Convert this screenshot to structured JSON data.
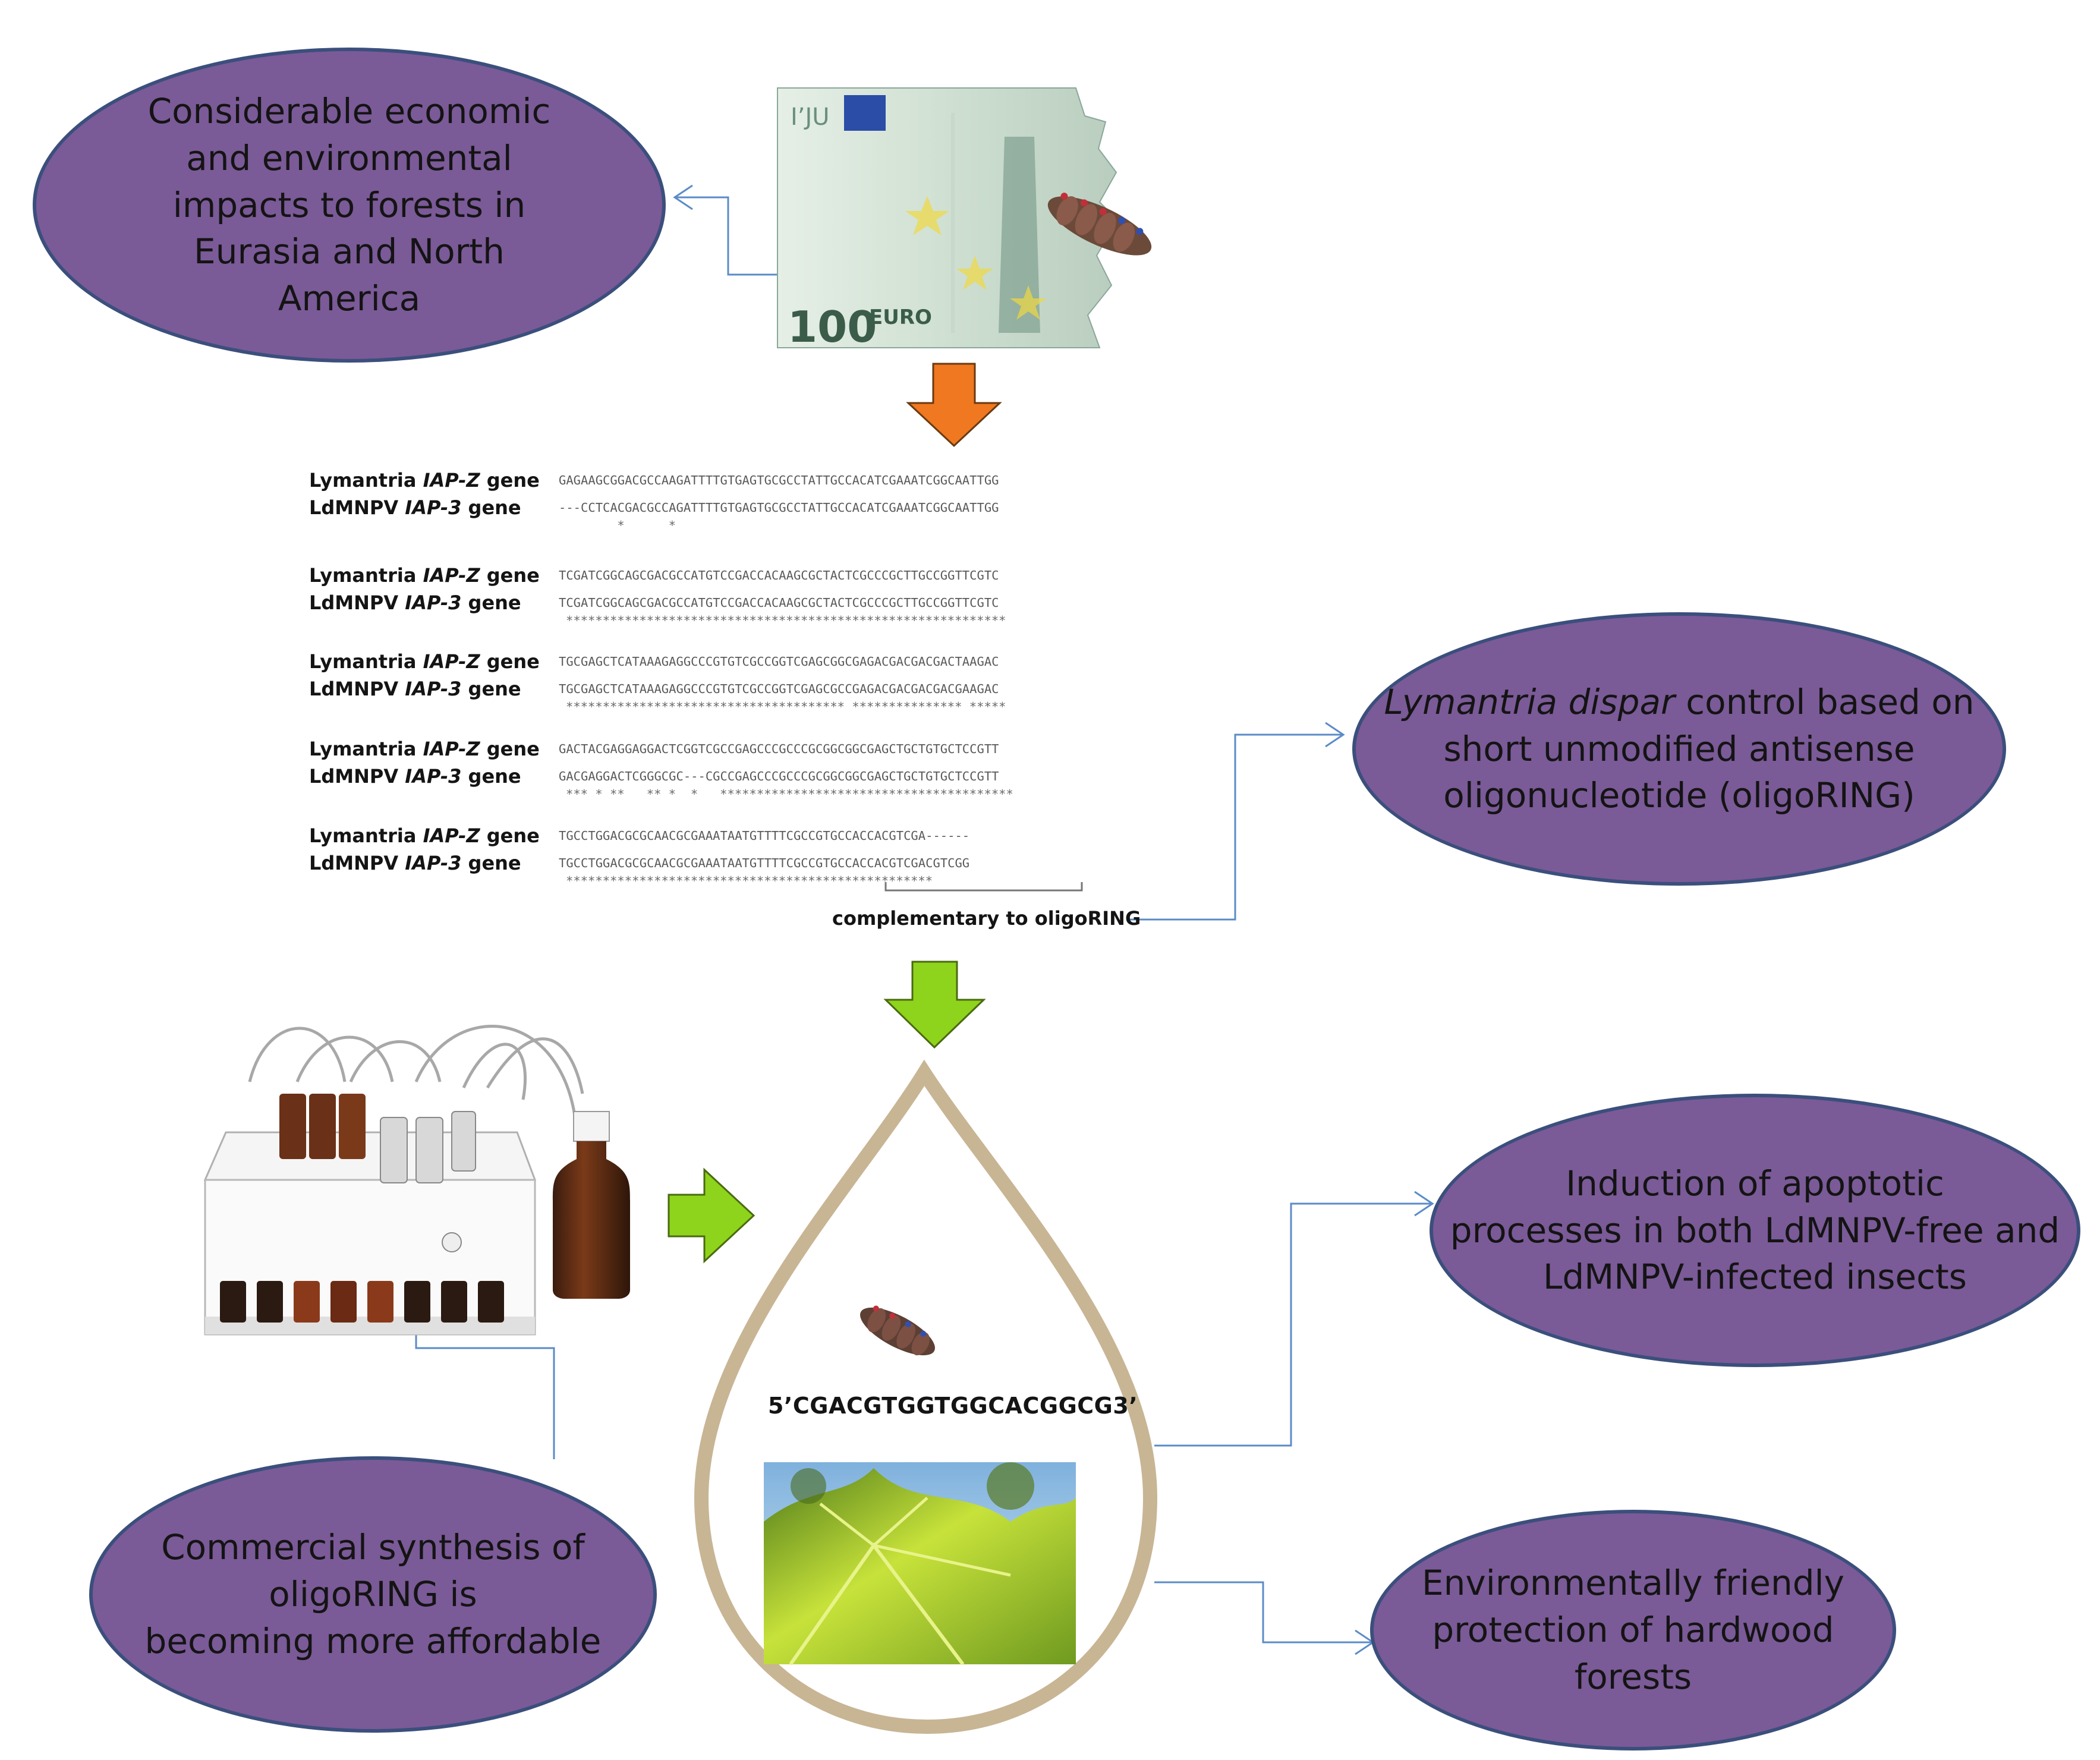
{
  "ellipses": {
    "impacts": [
      "Considerable economic",
      "and environmental",
      "impacts to forests in",
      "Eurasia and North",
      "America"
    ],
    "control": {
      "italic": "Lymantria dispar",
      "rest": " control based on",
      "line2": "short unmodified antisense",
      "line3": "oligonucleotide (oligoRING)"
    },
    "apoptosis": [
      "Induction of apoptotic",
      "processes in both LdMNPV-free and",
      "LdMNPV-infected insects"
    ],
    "synthesis": [
      "Commercial synthesis of",
      "oligoRING is",
      "becoming more affordable"
    ],
    "protection": [
      "Environmentally friendly",
      "protection of hardwood",
      "forests"
    ]
  },
  "banknote": {
    "denomination": "100",
    "currency": "EURO"
  },
  "alignment": {
    "label_a": {
      "species": "Lymantria ",
      "gene": "IAP-Z",
      "suffix": " gene"
    },
    "label_b": {
      "species": "LdMNPV ",
      "gene": "IAP-3",
      "suffix": " gene"
    },
    "blocks": [
      {
        "a": "GAGAAGCGGACGCCAAGATTTTGTGAGTGCGCCTATTGCCACATCGAAATCGGCAATTGG",
        "b": "---CCTCACGACGCCAGATTTTGTGAGTGCGCCTATTGCCACATCGAAATCGGCAATTGG",
        "s": "       *      *      "
      },
      {
        "a": "TCGATCGGCAGCGACGCCATGTCCGACCACAAGCGCTACTCGCCCGCTTGCCGGTTCGTC",
        "b": "TCGATCGGCAGCGACGCCATGTCCGACCACAAGCGCTACTCGCCCGCTTGCCGGTTCGTC",
        "s": "************************************************************"
      },
      {
        "a": "TGCGAGCTCATAAAGAGGCCCGTGTCGCCGGTCGAGCGGCGAGACGACGACGACTAAGAC",
        "b": "TGCGAGCTCATAAAGAGGCCCGTGTCGCCGGTCGAGCGCCGAGACGACGACGACGAAGAC",
        "s": "************************************** *************** *****"
      },
      {
        "a": "GACTACGAGGAGGACTCGGTCGCCGAGCCCGCCCGCGGCGGCGAGCTGCTGTGCTCCGTT",
        "b": "GACGAGGACTCGGGCGC---CGCCGAGCCCGCCCGCGGCGGCGAGCTGCTGTGCTCCGTT",
        "s": "*** * **   ** *  *   ****************************************"
      },
      {
        "a": "TGCCTGGACGCGCAACGCGAAATAATGTTTTCGCCGTGCCACCACGTCGA------",
        "b": "TGCCTGGACGCGCAACGCGAAATAATGTTTTCGCCGTGCCACCACGTCGACGTCGG",
        "s": "**************************************************"
      }
    ],
    "complementary_label": "complementary to oligoRING"
  },
  "oligo_sequence": "5’CGACGTGGTGGCACGGCG3’",
  "colors": {
    "ellipse_fill": "#7b5a98",
    "ellipse_border": "#3b4f7c",
    "connector": "#5b8bc7",
    "arrow_orange": "#f07820",
    "arrow_green": "#8ed41c",
    "drop_outline": "#c8b594"
  }
}
